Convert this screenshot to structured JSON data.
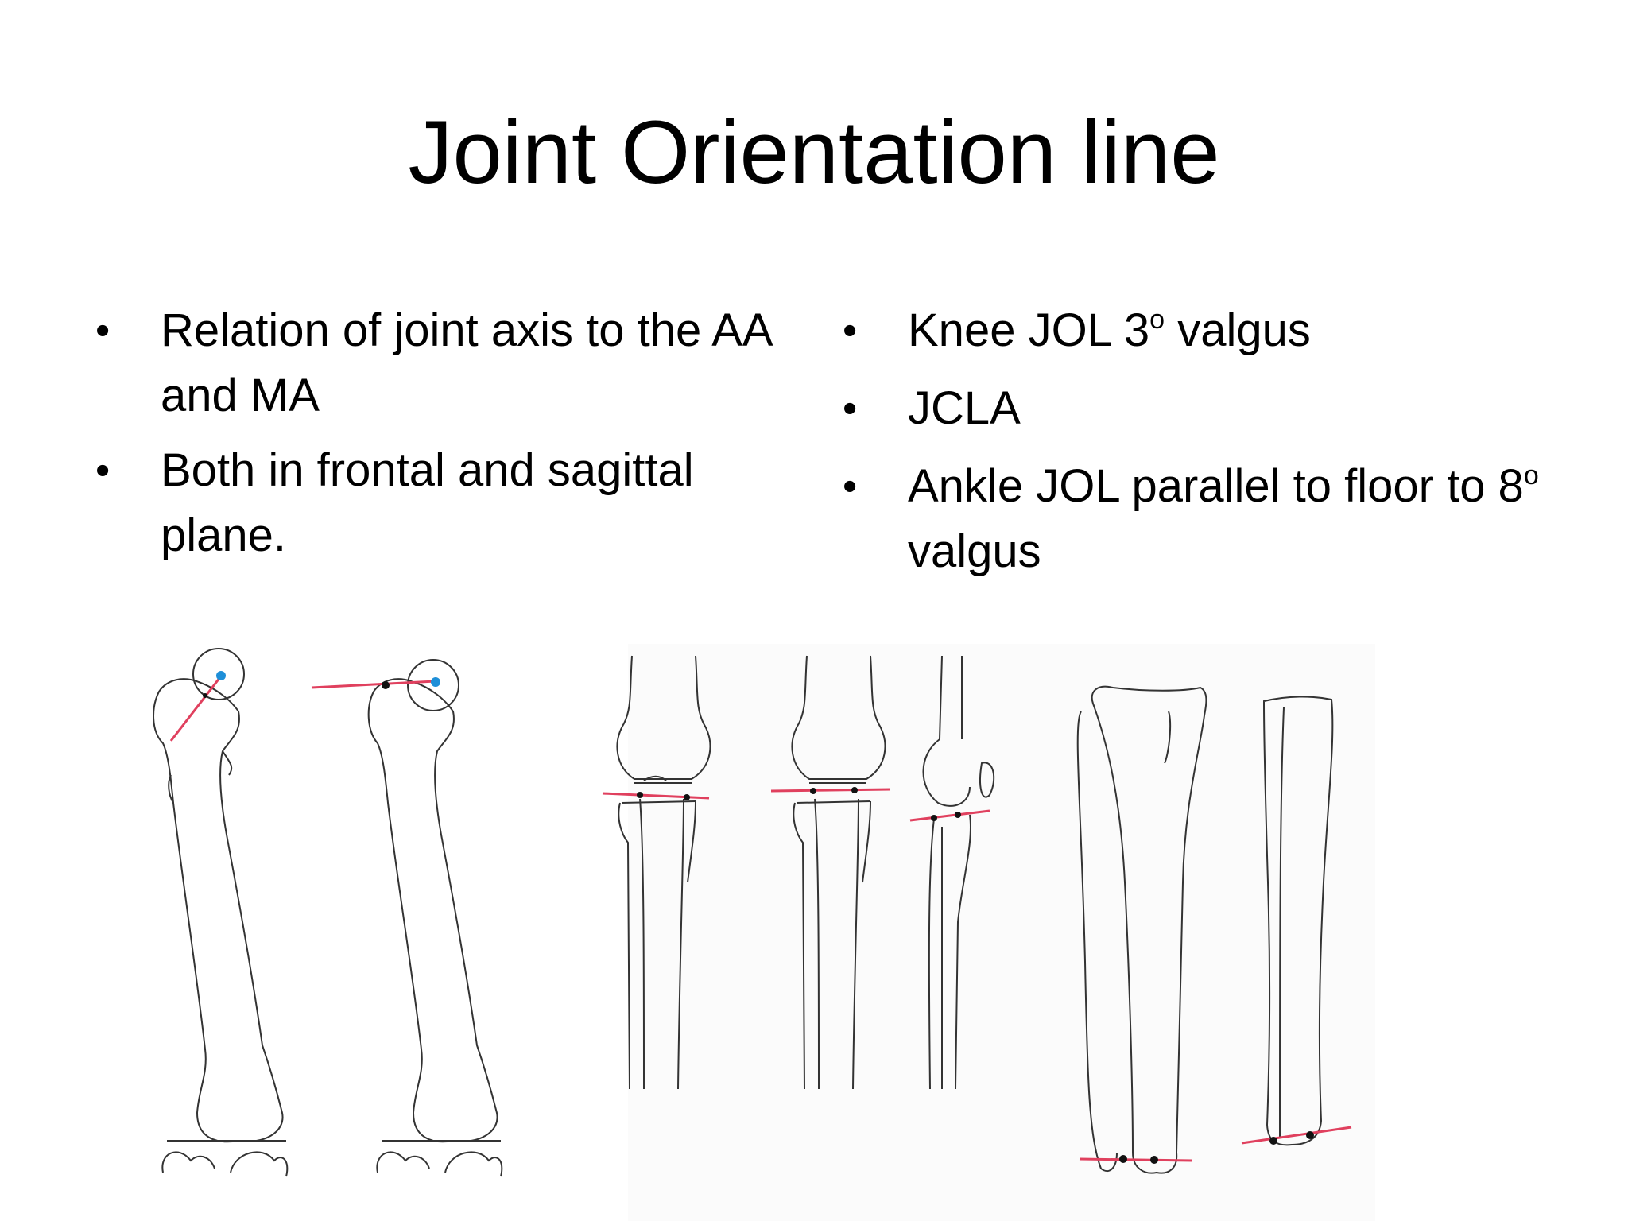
{
  "slide": {
    "title": "Joint Orientation line"
  },
  "left_bullets": [
    {
      "text": "Relation of joint axis to the AA and MA"
    },
    {
      "text": "Both in frontal and sagittal plane."
    }
  ],
  "right_bullets": [
    {
      "pre": "Knee JOL 3",
      "sup": "o",
      "post": " valgus"
    },
    {
      "pre": "JCLA",
      "sup": "",
      "post": ""
    },
    {
      "pre": "Ankle JOL parallel to floor to 8",
      "sup": "o",
      "post": " valgus"
    }
  ],
  "figure": {
    "line_color": "#e0405e",
    "dot_blue": "#1e8fd8",
    "bone_stroke": "#333333",
    "caption_color": "#e0b030",
    "panels": [
      "hip",
      "knee",
      "ankle"
    ]
  }
}
